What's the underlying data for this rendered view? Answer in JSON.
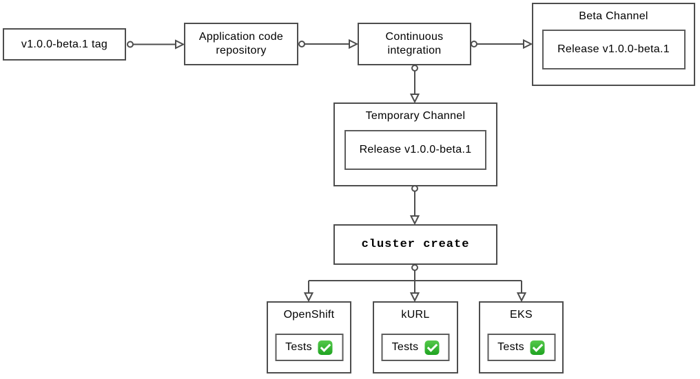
{
  "diagram": {
    "nodes": {
      "tag": {
        "label": "v1.0.0-beta.1 tag"
      },
      "repository": {
        "label": "Application code repository"
      },
      "ci": {
        "label": "Continuous integration"
      },
      "beta_channel": {
        "title": "Beta Channel",
        "release_label": "Release v1.0.0-beta.1"
      },
      "temporary_channel": {
        "title": "Temporary Channel",
        "release_label": "Release v1.0.0-beta.1"
      },
      "cluster_create": {
        "label": "cluster create"
      }
    },
    "platforms": [
      {
        "title": "OpenShift",
        "tests_label": "Tests",
        "status_icon": "check-mark-button-icon"
      },
      {
        "title": "kURL",
        "tests_label": "Tests",
        "status_icon": "check-mark-button-icon"
      },
      {
        "title": "EKS",
        "tests_label": "Tests",
        "status_icon": "check-mark-button-icon"
      }
    ],
    "colors": {
      "border": "#4d4d4d",
      "connector": "#4d4d4d",
      "check_green": "#2eb52c",
      "text": "#000000",
      "background": "#ffffff"
    }
  }
}
